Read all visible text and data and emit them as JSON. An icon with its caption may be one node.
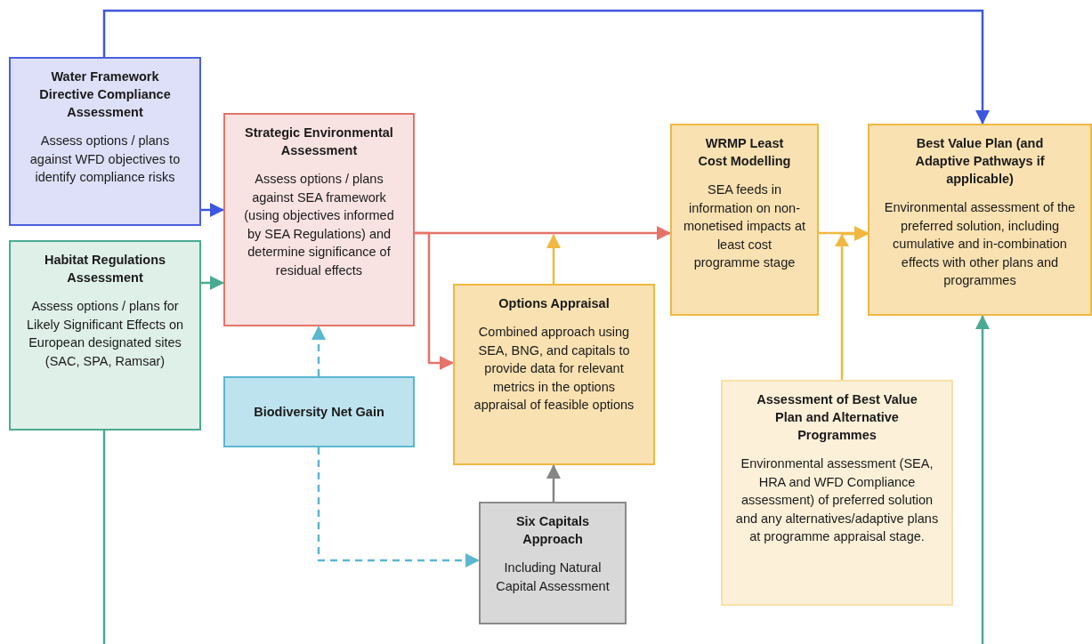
{
  "diagram": {
    "nodes": [
      {
        "text": [
          "Water Framework Directive Compliance Assessment",
          "Assess options / plans against WFD objectives to identify compliance risks"
        ]
      },
      {
        "text": [
          "Habitat Regulations Assessment",
          "Assess options / plans for Likely Significant Effects on European designated sites (SAC, SPA, Ramsar)"
        ]
      },
      {
        "text": [
          "Strategic Environmental Assessment",
          "Assess options / plans against SEA framework (using objectives informed by SEA Regulations) and determine significance of residual effects"
        ]
      },
      {
        "text": [
          "Biodiversity Net Gain"
        ]
      },
      {
        "text": [
          "Options Appraisal",
          "Combined approach using SEA, BNG, and capitals to provide data for relevant metrics in the options appraisal of feasible options"
        ]
      },
      {
        "text": [
          "Six Capitals Approach",
          "Including Natural Capital Assessment"
        ]
      },
      {
        "text": [
          "WRMP Least Cost Modelling",
          "SEA feeds in information on non-monetised impacts at least cost programme stage"
        ]
      },
      {
        "text": [
          "Best Value Plan (and Adaptive Pathways if applicable)",
          "Environmental assessment of the preferred solution, including cumulative and in-combination effects with other plans and programmes"
        ]
      },
      {
        "text": [
          "Assessment of Best Value Plan and Alternative Programmes",
          "Environmental assessment (SEA, HRA and WFD Compliance assessment) of preferred solution and any alternatives/adaptive plans at programme appraisal stage."
        ]
      }
    ],
    "edges": [
      {
        "from": 0,
        "to": 7,
        "arrow": "to",
        "color": "#3d56e0"
      },
      {
        "from": 0,
        "to": 2,
        "arrow": "to",
        "color": "#3d56e0"
      },
      {
        "from": 1,
        "to": 2,
        "arrow": "to",
        "color": "#4aab92"
      },
      {
        "from": 3,
        "to": 2,
        "arrow": "to",
        "style": "dashed",
        "color": "#5bb7d0"
      },
      {
        "from": 3,
        "to": 5,
        "arrow": "to",
        "style": "dashed",
        "color": "#5bb7d0"
      },
      {
        "from": 2,
        "to": 6,
        "arrow": "to",
        "color": "#e5736b"
      },
      {
        "from": 2,
        "to": 4,
        "arrow": "to",
        "color": "#e5736b"
      },
      {
        "from": 4,
        "to": null,
        "arrow": "to",
        "color": "#f0b840"
      },
      {
        "from": 5,
        "to": 4,
        "arrow": "to",
        "color": "#858585"
      },
      {
        "from": 6,
        "to": 7,
        "arrow": "to",
        "color": "#f0b840"
      },
      {
        "from": 8,
        "to": 7,
        "arrow": "to",
        "color": "#f0b840"
      },
      {
        "from": 1,
        "to": null,
        "arrow": "none",
        "color": "#4aab92"
      },
      {
        "from": null,
        "to": 7,
        "arrow": "to",
        "color": "#4aab92"
      }
    ]
  }
}
